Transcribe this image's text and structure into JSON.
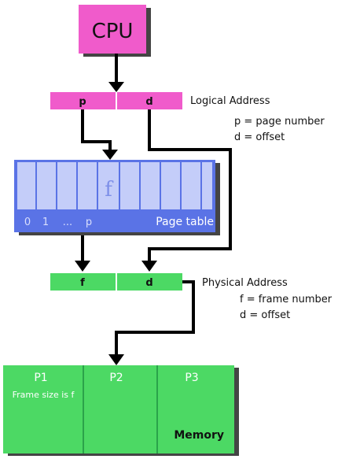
{
  "cpu": {
    "label": "CPU"
  },
  "logical_address": {
    "title": "Logical Address",
    "fields": [
      "p",
      "d"
    ],
    "legend": [
      "p = page number",
      "d = offset"
    ]
  },
  "page_table": {
    "title": "Page table",
    "entry_label": "f",
    "indices": [
      "0",
      "1",
      "...",
      "p"
    ]
  },
  "physical_address": {
    "title": "Physical Address",
    "fields": [
      "f",
      "d"
    ],
    "legend": [
      "f = frame number",
      "d = offset"
    ]
  },
  "memory": {
    "title": "Memory",
    "frames": [
      "P1",
      "P2",
      "P3"
    ],
    "note": "Frame size is f"
  },
  "colors": {
    "cpu": "#f05bcb",
    "page_table": "#5a73e6",
    "page_table_cells": "#c4cdf9",
    "green": "#4cd964",
    "arrow": "#000000"
  }
}
